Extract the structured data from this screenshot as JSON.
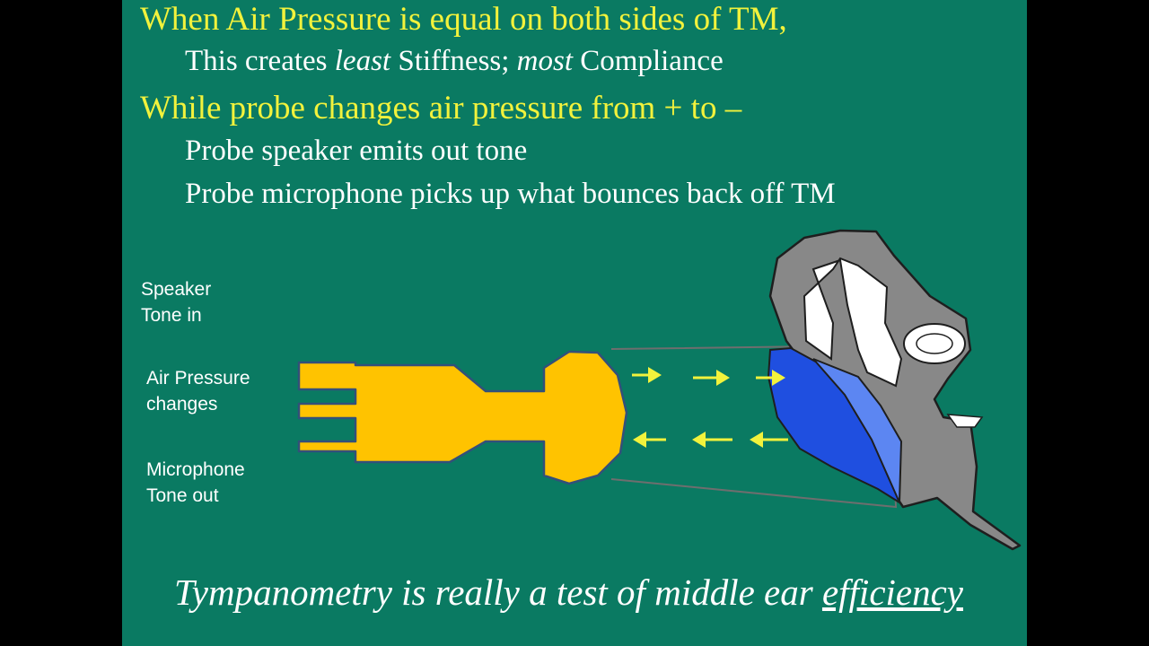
{
  "heading_1": "When Air Pressure is equal on both sides of TM,",
  "sub_1": {
    "part_1": "This creates ",
    "em_1": "least",
    "part_2": " Stiffness; ",
    "em_2": "most",
    "part_3": " Compliance"
  },
  "heading_2": "While probe changes air pressure from + to –",
  "bullets": [
    "Probe speaker emits out tone",
    "Probe microphone picks up what bounces back off TM"
  ],
  "labels": {
    "speaker": [
      "Speaker",
      "Tone in"
    ],
    "pressure": [
      "Air Pressure",
      "changes"
    ],
    "microphone": [
      "Microphone",
      "Tone out"
    ]
  },
  "footer": {
    "prefix": "Tympanometry is really a test of  middle ear ",
    "emphasis": "efficiency"
  },
  "colors": {
    "slide_background": "#0a7a62",
    "heading": "#f2f23c",
    "probe": "#ffc300",
    "arrows": "#f2f23c",
    "ear_bone": "#888888",
    "canal_blue": "#1f4fe0",
    "tm_light_blue": "#5c86f2"
  }
}
